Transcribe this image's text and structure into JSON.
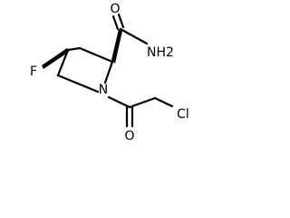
{
  "molecule": {
    "atoms": {
      "oxygen_amide": "O",
      "amide_nitrogen": "NH2",
      "fluorine": "F",
      "ring_nitrogen": "N",
      "oxygen_acyl": "O",
      "chlorine": "Cl"
    }
  },
  "colors": {
    "bond": "#000000",
    "text": "#000000",
    "background": "#ffffff"
  }
}
